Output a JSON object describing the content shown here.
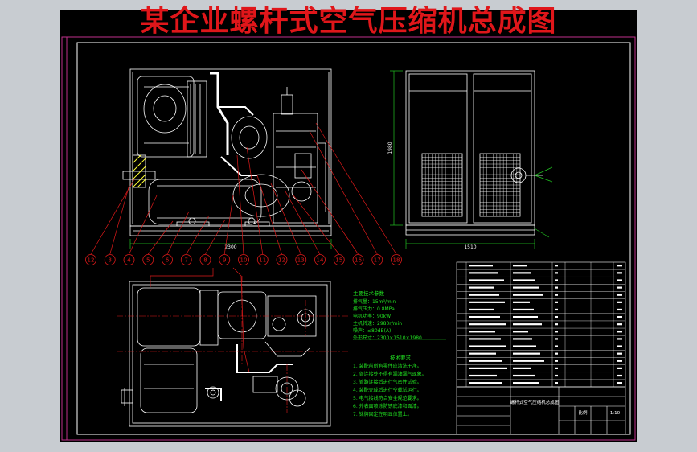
{
  "title": "某企业螺杆式空气压缩机总成图",
  "front_view": {
    "balloons": [
      "12",
      "3",
      "4",
      "5",
      "6",
      "7",
      "8",
      "9",
      "10",
      "11",
      "12",
      "13",
      "14",
      "15",
      "16",
      "17",
      "18"
    ],
    "width_dim": "2300"
  },
  "side_view": {
    "height_dim": "1980",
    "width_dim": "1510"
  },
  "spec_title": "主要技术参数",
  "specs": [
    "排气量：15m³/min",
    "排气压力：0.8MPa",
    "电机功率：90kW",
    "主机转速：2980r/min",
    "噪声：≤80dB(A)",
    "外形尺寸：2300×1510×1980"
  ],
  "notes_title": "技术要求",
  "notes": [
    "1. 装配前所有零件应清洗干净。",
    "2. 各连接处不得有漏油漏气现象。",
    "3. 管路连接后进行气密性试验。",
    "4. 装配完成后进行空载试运行。",
    "5. 电气接线符合安全规范要求。",
    "6. 外表面喷涂防锈底漆和面漆。",
    "7. 铭牌固定在明显位置上。"
  ],
  "title_block": {
    "drawing_name": "螺杆式空气压缩机总成图",
    "scale_label": "比例",
    "scale": "1:10"
  },
  "colors": {
    "background": "#000000",
    "outer_frame": "#c0308c",
    "title": "#e0161a",
    "geometry": "#ffffff",
    "balloon": "#e01a1a",
    "centerline": "#e01a1a",
    "dimension": "#21c421",
    "notes": "#21e021",
    "table": "#ffffff",
    "accent": "#ffff33"
  }
}
